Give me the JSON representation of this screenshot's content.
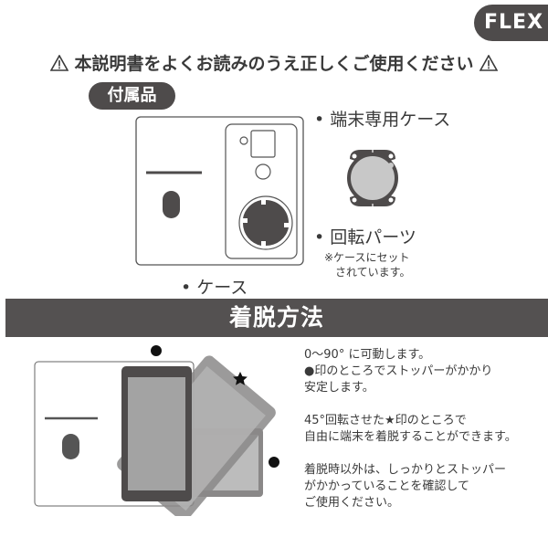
{
  "badge": {
    "label": "FLEX"
  },
  "header": {
    "title": "本説明書をよくお読みのうえ正しくご使用ください",
    "warning_icon": "warning-triangle-icon"
  },
  "accessories": {
    "pill_label": "付属品",
    "items": [
      {
        "label": "• 端末専用ケース"
      },
      {
        "label": "• 回転パーツ"
      },
      {
        "label": "• ケース"
      }
    ],
    "note_lines": [
      "※ケースにセット",
      "されています。"
    ]
  },
  "howto": {
    "title": "着脱方法",
    "instructions": [
      {
        "lines": [
          "0～90° に可動します。",
          "●印のところでストッパーがかかり",
          "安定します。"
        ]
      },
      {
        "lines": [
          "45°回転させた★印のところで",
          "自由に端末を着脱することができます。"
        ]
      },
      {
        "lines": [
          "着脱時以外は、しっかりとストッパー",
          "がかかっていることを確認して",
          "ご使用ください。"
        ]
      }
    ]
  },
  "colors": {
    "dark": "#4e4b4b",
    "text": "#3a3a3a",
    "light_gray": "#c8c8c8",
    "mid_gray": "#8a8888"
  }
}
